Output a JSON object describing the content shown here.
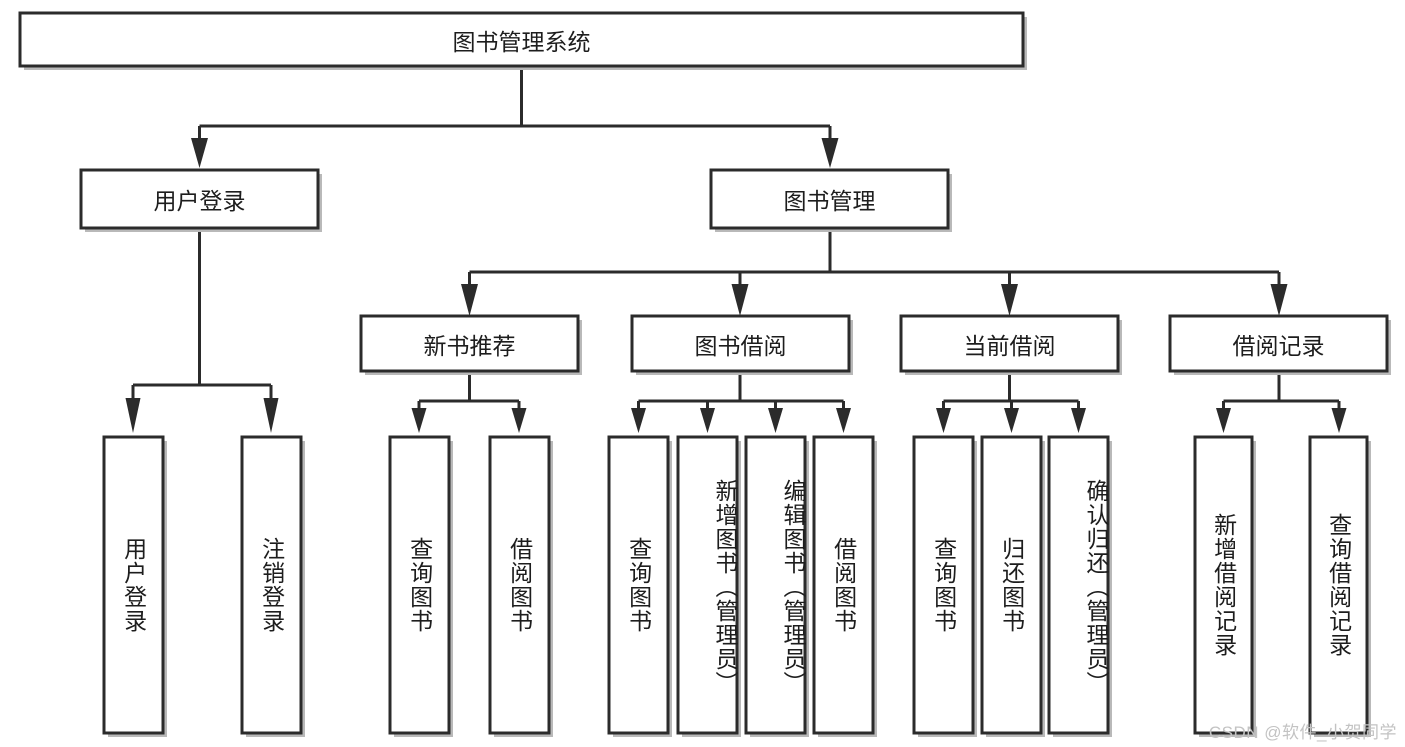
{
  "diagram": {
    "title": "图书管理系统",
    "type": "tree",
    "watermark": "CSDN @软件_小贺同学",
    "colors": {
      "box_stroke": "#2b2b2b",
      "box_fill": "#ffffff",
      "edge": "#2b2b2b",
      "text": "#1d1d1d",
      "watermark": "#c3c3c3",
      "background": "#ffffff"
    },
    "root": {
      "label": "图书管理系统"
    },
    "level2": [
      {
        "label": "用户登录"
      },
      {
        "label": "图书管理"
      }
    ],
    "level3": [
      {
        "label": "新书推荐"
      },
      {
        "label": "图书借阅"
      },
      {
        "label": "当前借阅"
      },
      {
        "label": "借阅记录"
      }
    ],
    "leaves": {
      "user_login": [
        {
          "label": "用户登录"
        },
        {
          "label": "注销登录"
        }
      ],
      "new_book_recommend": [
        {
          "label": "查询图书"
        },
        {
          "label": "借阅图书"
        }
      ],
      "book_borrow": [
        {
          "label": "查询图书"
        },
        {
          "label": "新增图书（管理员）"
        },
        {
          "label": "编辑图书（管理员）"
        },
        {
          "label": "借阅图书"
        }
      ],
      "current_borrow": [
        {
          "label": "查询图书"
        },
        {
          "label": "归还图书"
        },
        {
          "label": "确认归还（管理员）"
        }
      ],
      "borrow_record": [
        {
          "label": "新增借阅记录"
        },
        {
          "label": "查询借阅记录"
        }
      ]
    }
  }
}
